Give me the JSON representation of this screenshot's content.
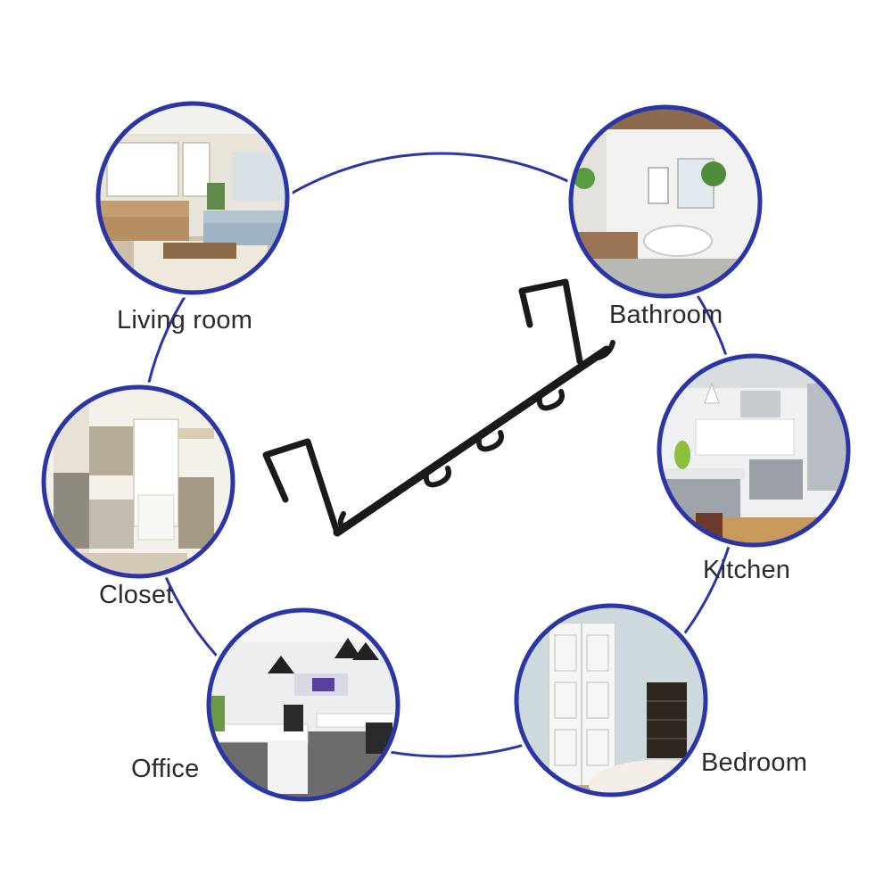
{
  "colors": {
    "ring": "#2b36a6",
    "label_text": "#2b2b2b",
    "hanger": "#1a1a1a"
  },
  "rooms": {
    "living_room": {
      "label": "Living room"
    },
    "bathroom": {
      "label": "Bathroom"
    },
    "kitchen": {
      "label": "Kitchen"
    },
    "closet": {
      "label": "Closet"
    },
    "office": {
      "label": "Office"
    },
    "bedroom": {
      "label": "Bedroom"
    }
  }
}
